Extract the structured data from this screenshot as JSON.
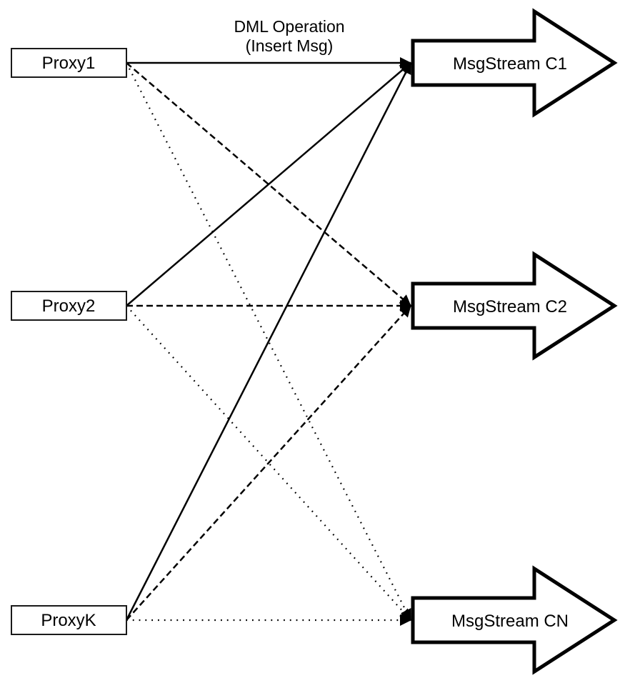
{
  "title": {
    "line1": "DML Operation",
    "line2": "(Insert Msg)"
  },
  "proxies": [
    {
      "id": "proxy1",
      "label": "Proxy1"
    },
    {
      "id": "proxy2",
      "label": "Proxy2"
    },
    {
      "id": "proxyk",
      "label": "ProxyK"
    }
  ],
  "streams": [
    {
      "id": "c1",
      "label": "MsgStream C1"
    },
    {
      "id": "c2",
      "label": "MsgStream C2"
    },
    {
      "id": "cn",
      "label": "MsgStream CN"
    }
  ],
  "connections": [
    {
      "from": "proxy1",
      "to": "c1",
      "style": "solid"
    },
    {
      "from": "proxy1",
      "to": "c2",
      "style": "dashed"
    },
    {
      "from": "proxy1",
      "to": "cn",
      "style": "dotted"
    },
    {
      "from": "proxy2",
      "to": "c1",
      "style": "solid"
    },
    {
      "from": "proxy2",
      "to": "c2",
      "style": "dashed"
    },
    {
      "from": "proxy2",
      "to": "cn",
      "style": "dotted"
    },
    {
      "from": "proxyk",
      "to": "c1",
      "style": "solid"
    },
    {
      "from": "proxyk",
      "to": "c2",
      "style": "dashed"
    },
    {
      "from": "proxyk",
      "to": "cn",
      "style": "dotted"
    }
  ],
  "colors": {
    "stroke": "#000000",
    "fill": "#ffffff"
  }
}
